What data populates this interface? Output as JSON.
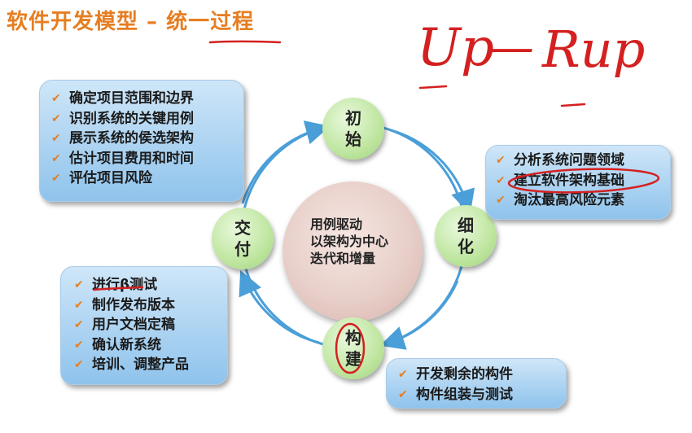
{
  "title": "软件开发模型 – 统一过程",
  "handwriting": {
    "left": "Up",
    "dash": "—",
    "right": "Rup"
  },
  "phases": {
    "inception": "初始",
    "elaboration": "细化",
    "construction": "构建",
    "transition": "交付"
  },
  "center": [
    "用例驱动",
    "以架构为中心",
    "迭代和增量"
  ],
  "inception_box": [
    "确定项目范围和边界",
    "识别系统的关键用例",
    "展示系统的侯选架构",
    "估计项目费用和时间",
    "评估项目风险"
  ],
  "elaboration_box": [
    "分析系统问题领域",
    "建立软件架构基础",
    "淘汰最高风险元素"
  ],
  "transition_box": [
    "进行β测试",
    "制作发布版本",
    "用户文档定稿",
    "确认新系统",
    "培训、调整产品"
  ],
  "construction_box": [
    "开发剩余的构件",
    "构件组装与测试"
  ],
  "colors": {
    "title": "#e67e22",
    "check": "#e67e22",
    "cycle_arrow": "#4a9fd8",
    "annotation_red": "#d42020"
  }
}
